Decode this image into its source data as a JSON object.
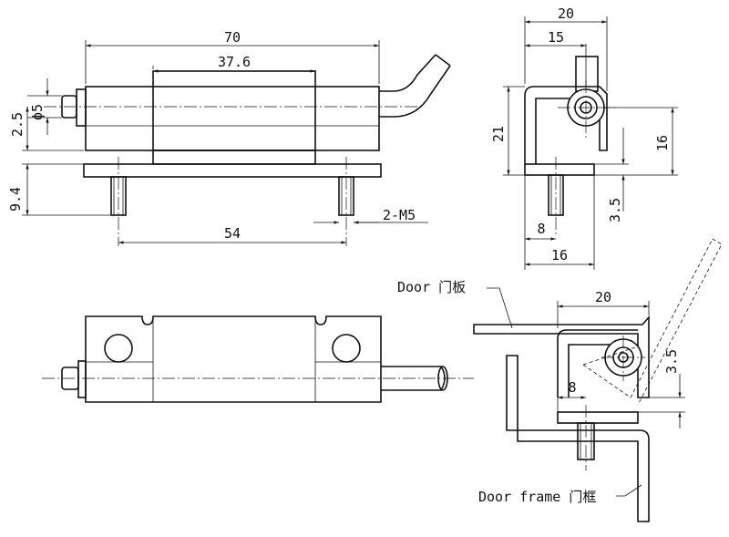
{
  "dimensions": {
    "front_length": "70",
    "front_body": "37.6",
    "front_pin_dia": "ϕ5",
    "front_pin_offset": "2.5",
    "front_stud_len": "9.4",
    "front_hole_pitch": "54",
    "front_thread": "2-M5",
    "side_width": "20",
    "side_axis": "15",
    "side_height": "21",
    "side_right_height": "16",
    "side_plate": "3.5",
    "side_stud_offset": "8",
    "side_base": "16",
    "install_width": "20",
    "install_gap": "3.5",
    "install_offset": "8"
  },
  "labels": {
    "door": "Door 门板",
    "door_frame": "Door frame 门框"
  }
}
